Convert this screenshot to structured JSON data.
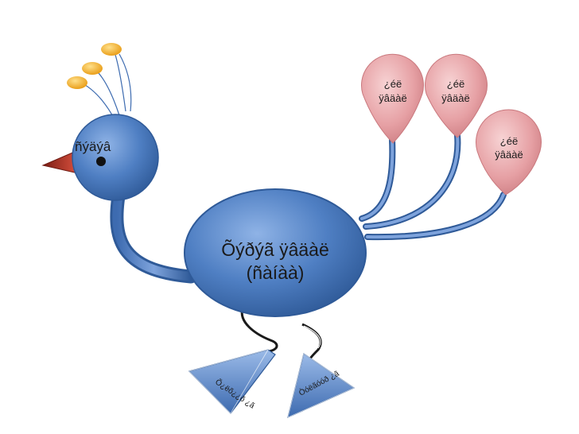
{
  "colors": {
    "body_blue": "#4f7fc3",
    "body_blue_dark": "#2f5a98",
    "feather_pink": "#e6a0a4",
    "feather_pink_dark": "#c9787d",
    "crest_orange": "#f5b82e",
    "beak_red": "#c0392b"
  },
  "icons": {
    "eye": "filled-circle",
    "crest": "orange-ellipses"
  },
  "head": {
    "label": "ñýäýâ"
  },
  "body": {
    "line1": "Õýðýã ÿâäàë",
    "line2": "(ñàíàà)"
  },
  "feathers": [
    {
      "line1": "¿éë",
      "line2": "ÿâäàë"
    },
    {
      "line1": "¿éë",
      "line2": "ÿâäàë"
    },
    {
      "line1": "¿éë",
      "line2": "ÿâäàë"
    }
  ],
  "feet": [
    {
      "label": "Õ¿ëõ¿¿õ ¿ã"
    },
    {
      "label": "Òóëãóóð ¿ã"
    }
  ]
}
